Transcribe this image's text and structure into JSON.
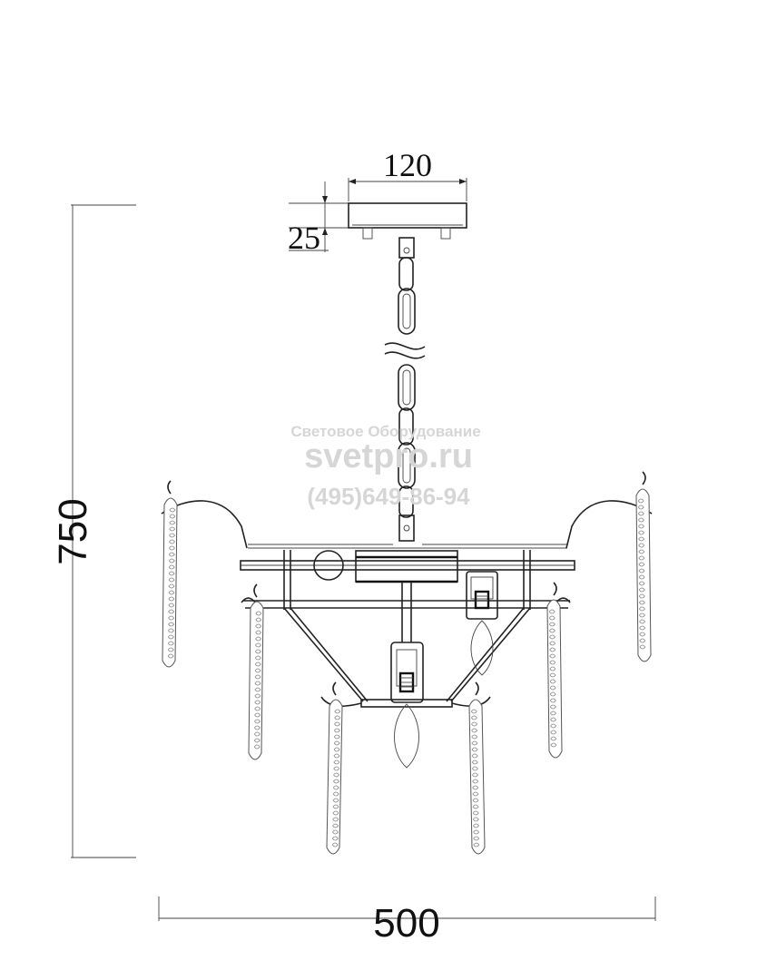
{
  "dimensions": {
    "canopy_width": "120",
    "canopy_height": "25",
    "total_height": "750",
    "total_width": "500"
  },
  "watermark": {
    "line1": "Световое Оборудование",
    "line2": "svetpro.ru",
    "line3": "(495)649-86-94"
  },
  "icons": [
    "chain-icon",
    "bulb-icon",
    "crystal-pendant-icon",
    "canopy-icon"
  ]
}
